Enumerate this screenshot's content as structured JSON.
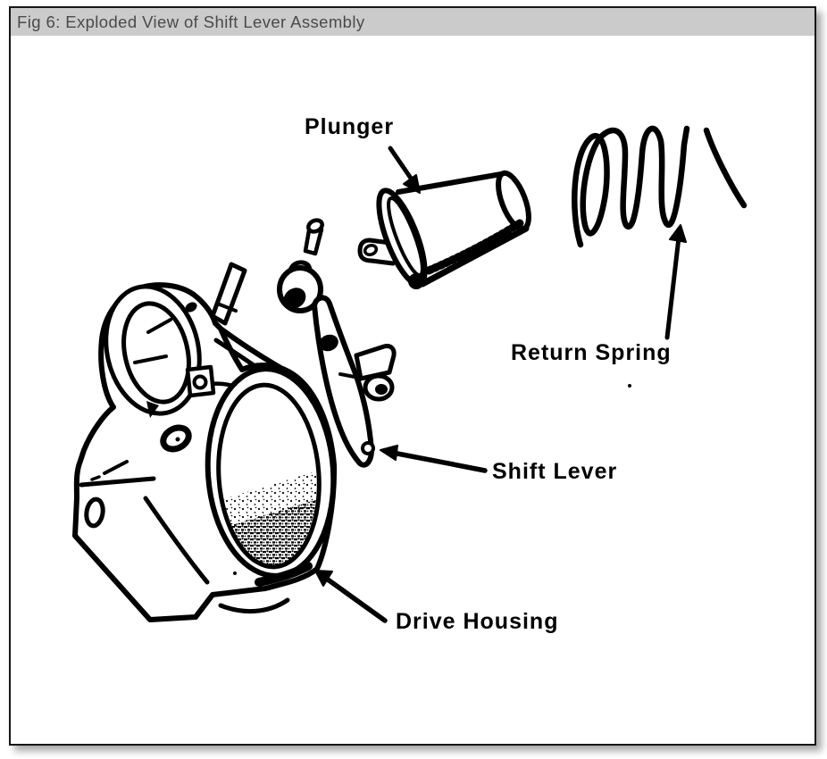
{
  "header": {
    "title": "Fig 6: Exploded View of Shift Lever Assembly"
  },
  "diagram": {
    "figure_number": "Fig 6",
    "figure_title": "Exploded View of Shift Lever Assembly",
    "parts": [
      {
        "id": "plunger",
        "label": "Plunger"
      },
      {
        "id": "return-spring",
        "label": "Return Spring"
      },
      {
        "id": "shift-lever",
        "label": "Shift Lever"
      },
      {
        "id": "drive-housing",
        "label": "Drive Housing"
      }
    ],
    "colors": {
      "ink": "#000000",
      "paper": "#ffffff",
      "header_bg": "#cbcbcb",
      "header_text": "#4a4a4a",
      "frame_border": "#161616"
    }
  }
}
